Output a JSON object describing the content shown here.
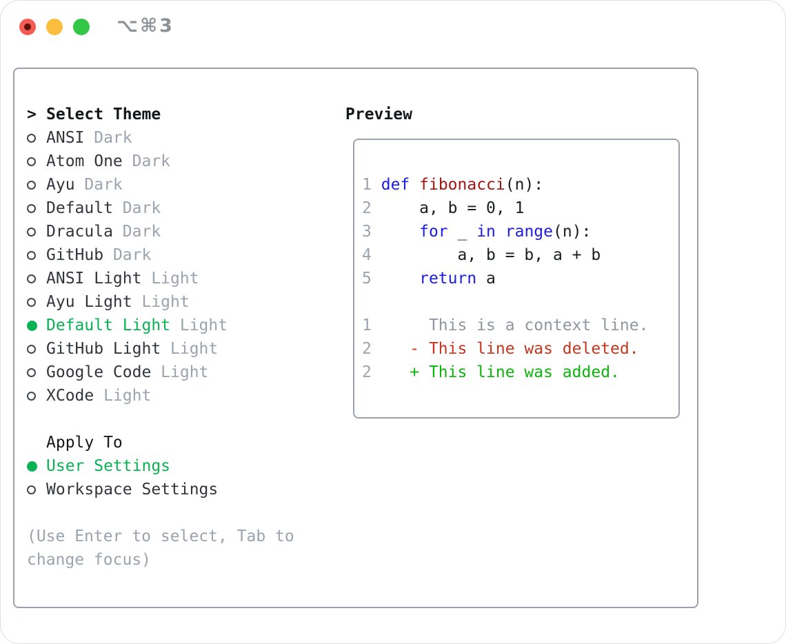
{
  "window": {
    "title": "⌥⌘3",
    "traffic_lights": [
      {
        "name": "close",
        "color": "#f75c54"
      },
      {
        "name": "minimize",
        "color": "#fcbe3e"
      },
      {
        "name": "zoom",
        "color": "#33c748"
      }
    ]
  },
  "colors": {
    "accent_green": "#0ab254",
    "keyword_blue": "#1c1ce0",
    "function_red": "#a31515",
    "diff_deleted_red": "#c4371e",
    "diff_added_green": "#0cb50c",
    "muted_gray": "#9aa3ae",
    "panel_border_gray": "#98a1ab"
  },
  "theme_picker": {
    "header": {
      "prefix": ">",
      "label": "Select Theme"
    },
    "themes": [
      {
        "name": "ANSI",
        "variant": "Dark",
        "selected": false
      },
      {
        "name": "Atom One",
        "variant": "Dark",
        "selected": false
      },
      {
        "name": "Ayu",
        "variant": "Dark",
        "selected": false
      },
      {
        "name": "Default",
        "variant": "Dark",
        "selected": false
      },
      {
        "name": "Dracula",
        "variant": "Dark",
        "selected": false
      },
      {
        "name": "GitHub",
        "variant": "Dark",
        "selected": false
      },
      {
        "name": "ANSI Light",
        "variant": "Light",
        "selected": false
      },
      {
        "name": "Ayu Light",
        "variant": "Light",
        "selected": false
      },
      {
        "name": "Default Light",
        "variant": "Light",
        "selected": true
      },
      {
        "name": "GitHub Light",
        "variant": "Light",
        "selected": false
      },
      {
        "name": "Google Code",
        "variant": "Light",
        "selected": false
      },
      {
        "name": "XCode",
        "variant": "Light",
        "selected": false
      }
    ],
    "apply_to": {
      "label": "Apply To",
      "options": [
        {
          "label": "User Settings",
          "selected": true
        },
        {
          "label": "Workspace Settings",
          "selected": false
        }
      ]
    },
    "hint_lines": [
      "(Use Enter to select, Tab to",
      "change focus)"
    ]
  },
  "preview": {
    "heading": "Preview",
    "lines": [
      {
        "num": "1",
        "kind": "code",
        "segs": [
          {
            "t": " ",
            "c": "code"
          },
          {
            "t": "def",
            "c": "kw"
          },
          {
            "t": " ",
            "c": "code"
          },
          {
            "t": "fibonacci",
            "c": "fn"
          },
          {
            "t": "(n):",
            "c": "code"
          }
        ]
      },
      {
        "num": "2",
        "kind": "code",
        "segs": [
          {
            "t": "     a, b = 0, 1",
            "c": "code"
          }
        ]
      },
      {
        "num": "3",
        "kind": "code",
        "segs": [
          {
            "t": "     ",
            "c": "code"
          },
          {
            "t": "for",
            "c": "kw"
          },
          {
            "t": " _ ",
            "c": "code"
          },
          {
            "t": "in",
            "c": "kw"
          },
          {
            "t": " ",
            "c": "code"
          },
          {
            "t": "range",
            "c": "kw"
          },
          {
            "t": "(n):",
            "c": "code"
          }
        ]
      },
      {
        "num": "4",
        "kind": "code",
        "segs": [
          {
            "t": "         a, b = b, a + b",
            "c": "code"
          }
        ]
      },
      {
        "num": "5",
        "kind": "code",
        "segs": [
          {
            "t": "     ",
            "c": "code"
          },
          {
            "t": "return",
            "c": "kw"
          },
          {
            "t": " a",
            "c": "code"
          }
        ]
      },
      {
        "num": "",
        "kind": "blank",
        "segs": []
      },
      {
        "num": "1",
        "kind": "diff-context",
        "segs": [
          {
            "t": "      This is a context line.",
            "c": "ctx"
          }
        ]
      },
      {
        "num": "2",
        "kind": "diff-deleted",
        "segs": [
          {
            "t": "    - This line was deleted.",
            "c": "del"
          }
        ]
      },
      {
        "num": "2",
        "kind": "diff-added",
        "segs": [
          {
            "t": "    + This line was added.",
            "c": "add"
          }
        ]
      }
    ]
  }
}
